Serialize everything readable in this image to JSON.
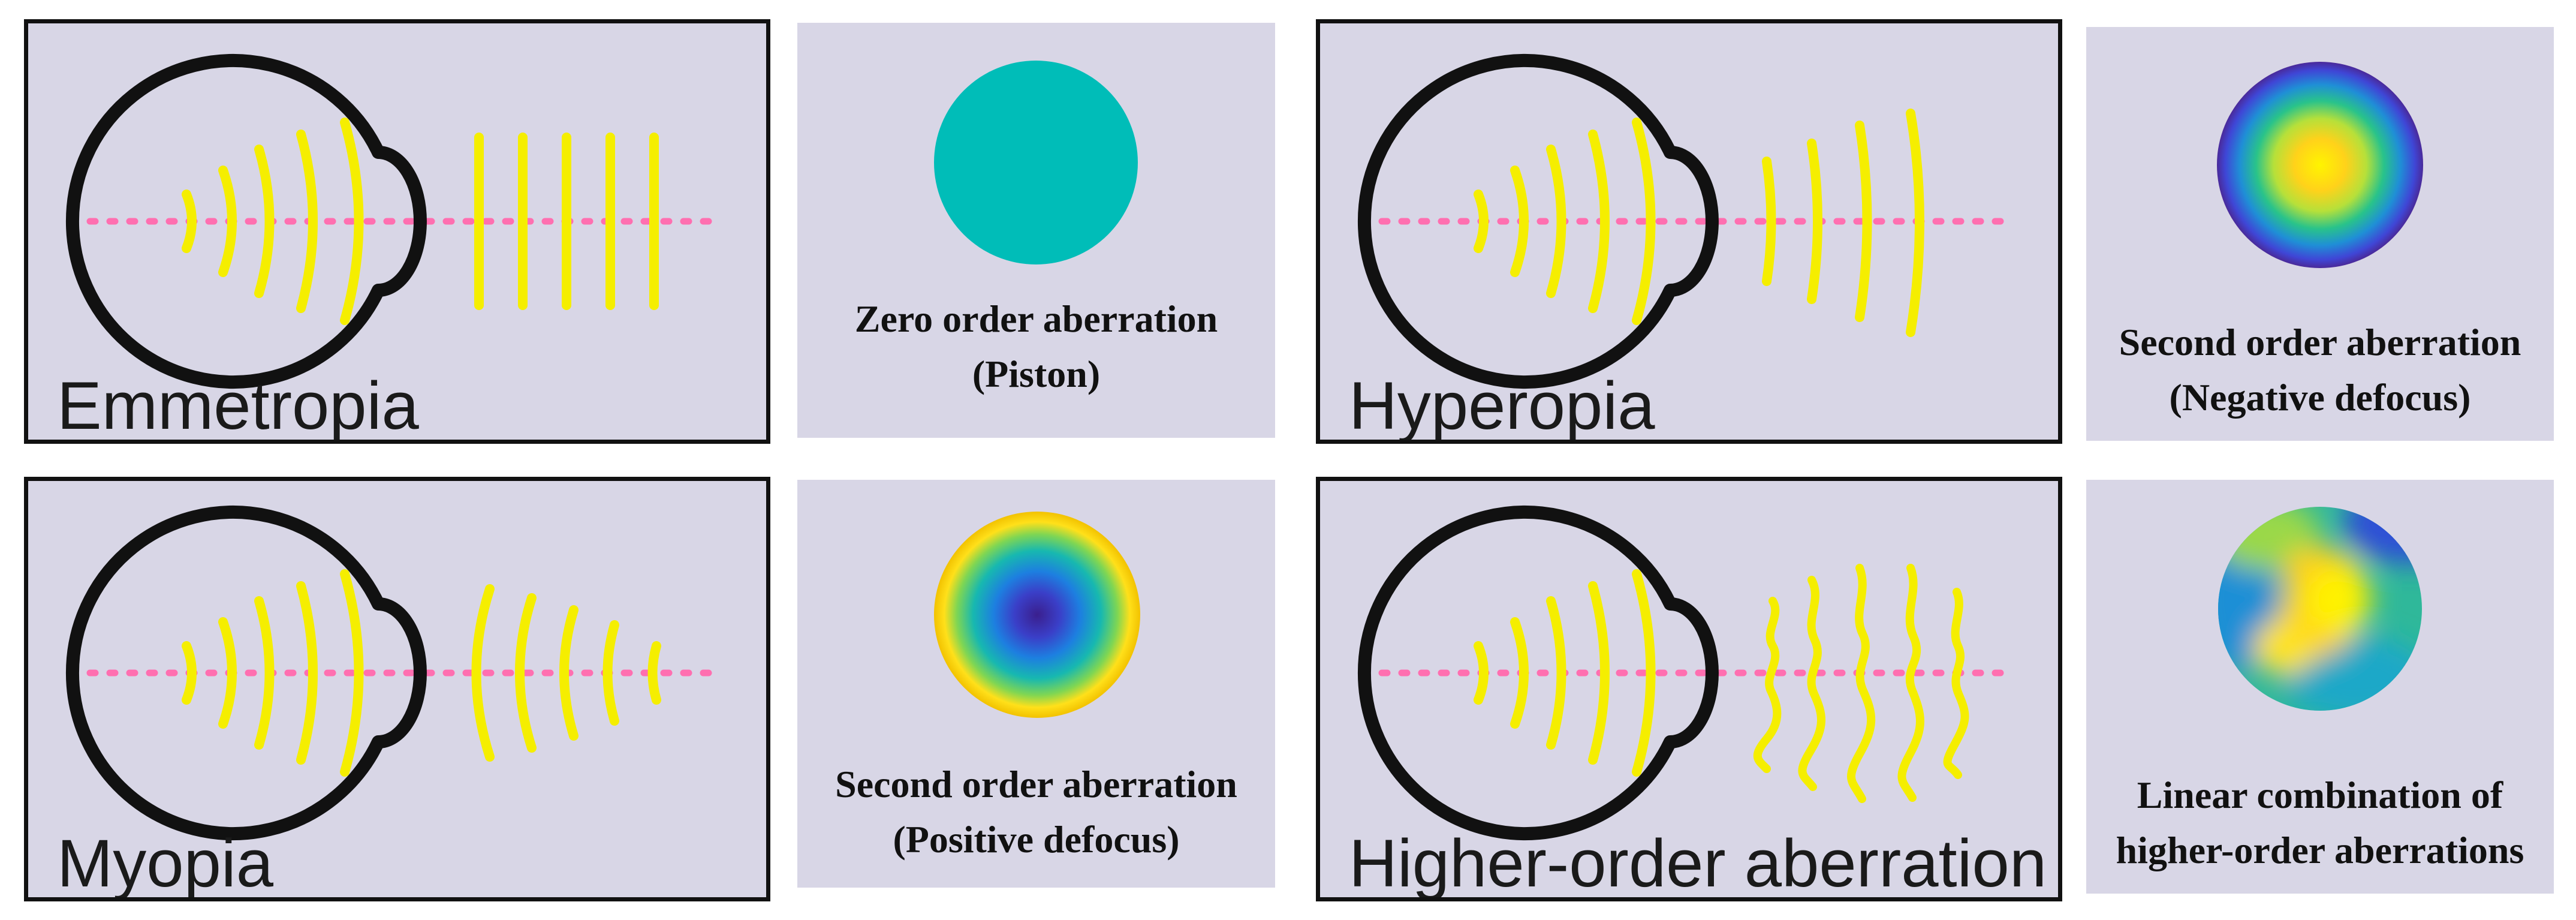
{
  "eye_panels": [
    {
      "label": "Emmetropia",
      "wavefront": "plane"
    },
    {
      "label": "Hyperopia",
      "wavefront": "diverging"
    },
    {
      "label": "Myopia",
      "wavefront": "converging"
    },
    {
      "label": "Higher-order aberration",
      "wavefront": "irregular"
    }
  ],
  "aberration_maps": [
    {
      "line1": "Zero order aberration",
      "line2": "(Piston)",
      "fill": "uniform",
      "color": "#00bdb8"
    },
    {
      "line1": "Second order aberration",
      "line2": "(Negative defocus)",
      "fill": "yellow-center"
    },
    {
      "line1": "Second order aberration",
      "line2": "(Positive defocus)",
      "fill": "purple-center"
    },
    {
      "line1": "Linear combination of",
      "line2": "higher-order aberrations",
      "fill": "irregular"
    }
  ],
  "colors": {
    "panel_background": "#d8d6e6",
    "wavefront": "#f5ee00",
    "optical_axis": "#ff6fb0",
    "eye_outline": "#111111"
  }
}
